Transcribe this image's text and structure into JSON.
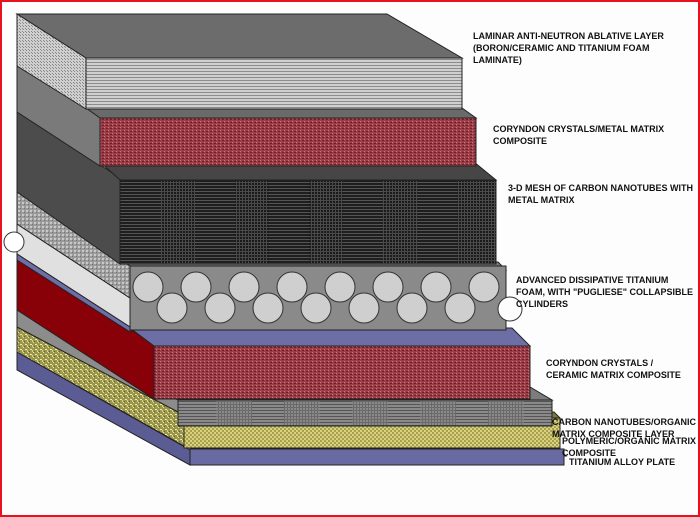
{
  "title": "Layered armor cross-section",
  "colors": {
    "frame": "#e8121e",
    "dark_gray": "#4a4a4a",
    "mid_gray": "#7a7a7a",
    "light_gray": "#b4b4b4",
    "maroon": "#8a1a1a",
    "brick": "#9a3a44",
    "purple": "#6b6ba3",
    "olive": "#d6d27a"
  },
  "layers": [
    {
      "id": "laminar",
      "label": "LAMINAR ANTI-NEUTRON ABLATIVE LAYER\n(BORON/CERAMIC AND TITANIUM FOAM\nLAMINATE)"
    },
    {
      "id": "coryndon-metal",
      "label": "CORYNDON CRYSTALS/METAL MATRIX\nCOMPOSITE"
    },
    {
      "id": "nanotube-mesh",
      "label": "3-D MESH OF CARBON NANOTUBES WITH\nMETAL MATRIX"
    },
    {
      "id": "titanium-foam",
      "label": "ADVANCED DISSIPATIVE TITANIUM\nFOAM, WITH \"PUGLIESE\" COLLAPSIBLE\nCYLINDERS"
    },
    {
      "id": "coryndon-ceramic",
      "label": "CORYNDON CRYSTALS /\nCERAMIC MATRIX COMPOSITE"
    },
    {
      "id": "nanotube-organic",
      "label": "CARBON NANOTUBES/ORGANIC\nMATRIX COMPOSITE LAYER"
    },
    {
      "id": "polymeric",
      "label": "POLYMERIC/ORGANIC MATRIX\nCOMPOSITE"
    },
    {
      "id": "titanium-plate",
      "label": "TITANIUM ALLOY PLATE"
    }
  ],
  "foam_cylinders": {
    "top_row": 8,
    "bottom_row": 7
  }
}
